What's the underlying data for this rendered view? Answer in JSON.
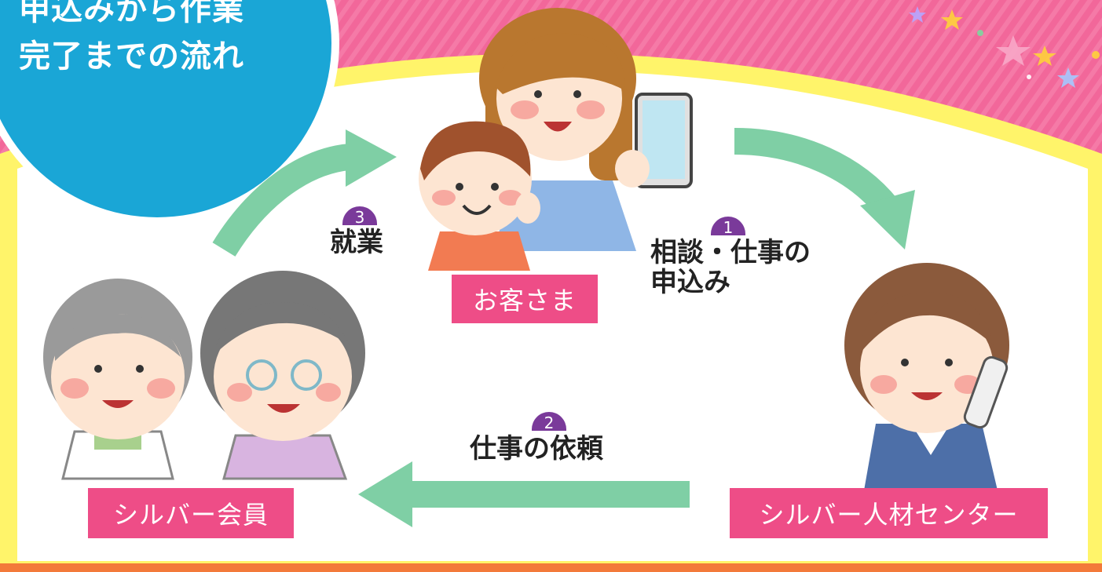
{
  "title": {
    "line1": "申込みから作業",
    "line2": "完了までの流れ"
  },
  "actors": {
    "customer": "お客さま",
    "member": "シルバー会員",
    "center": "シルバー人材センター"
  },
  "steps": [
    {
      "number": "1",
      "line1": "相談・仕事の",
      "line2": "申込み"
    },
    {
      "number": "2",
      "line1": "仕事の依頼",
      "line2": ""
    },
    {
      "number": "3",
      "line1": "就業",
      "line2": ""
    }
  ],
  "colors": {
    "background_pink": "#f2679a",
    "panel_white": "#ffffff",
    "title_circle": "#1aa6d6",
    "label_pink": "#ee4d87",
    "arrow_green": "#7fcfa5",
    "step_purple": "#7a3a9a"
  }
}
